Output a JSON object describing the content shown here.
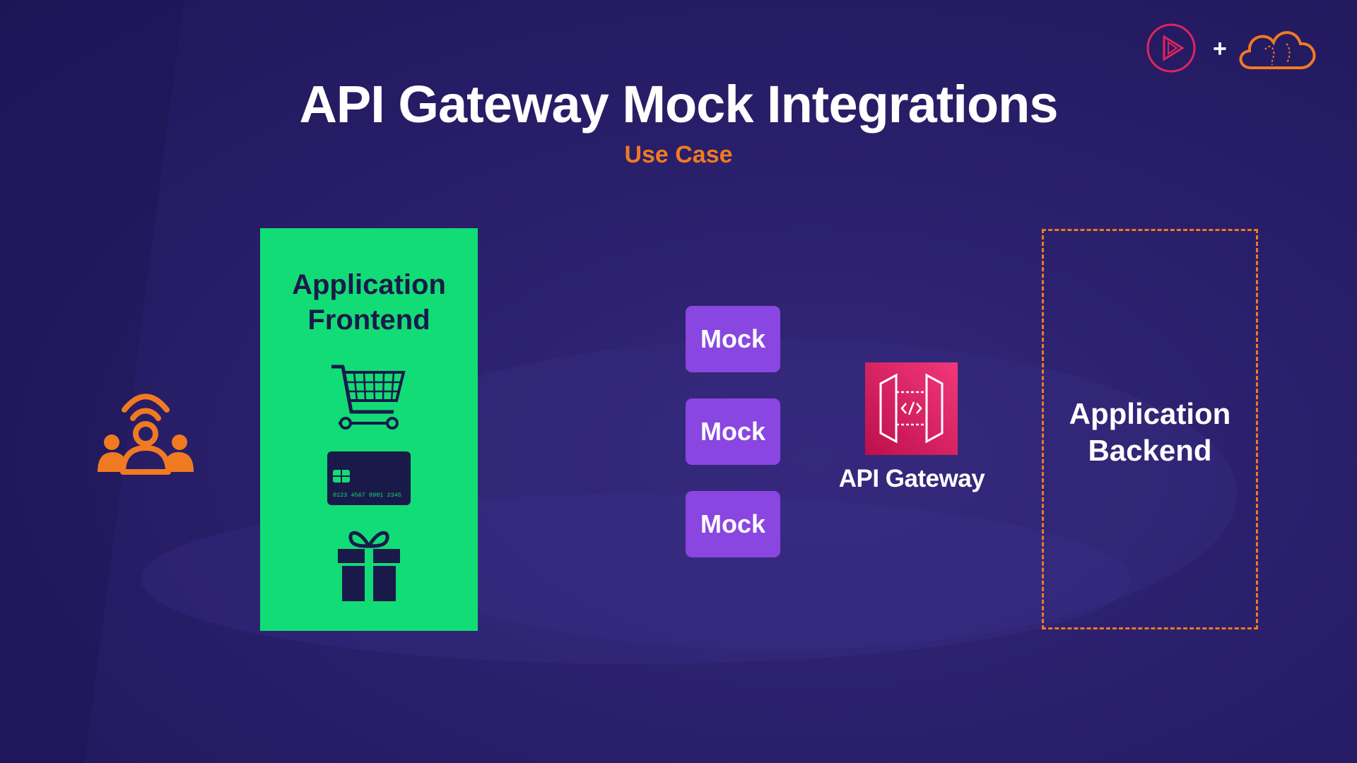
{
  "slide": {
    "title": "API Gateway Mock Integrations",
    "subtitle": "Use Case"
  },
  "frontend": {
    "label_line1": "Application",
    "label_line2": "Frontend",
    "card_number": "0123 4567 8901 2345",
    "icons": [
      "shopping-cart-icon",
      "credit-card-icon",
      "gift-icon"
    ]
  },
  "mocks": [
    {
      "label": "Mock"
    },
    {
      "label": "Mock"
    },
    {
      "label": "Mock"
    }
  ],
  "api_gateway": {
    "label": "API Gateway",
    "icon": "api-gateway-icon"
  },
  "backend": {
    "label_line1": "Application",
    "label_line2": "Backend"
  },
  "users": {
    "icon": "users-broadcast-icon"
  },
  "branding": {
    "plus": "+",
    "icons": [
      "play-logo-icon",
      "cloud-logo-icon"
    ]
  },
  "colors": {
    "background": "#2a1f6b",
    "accent_orange": "#f07a22",
    "frontend_green": "#12dc76",
    "mock_purple": "#8a46e0",
    "gateway_pink": "#e0245e",
    "navy": "#1a1a4a"
  }
}
